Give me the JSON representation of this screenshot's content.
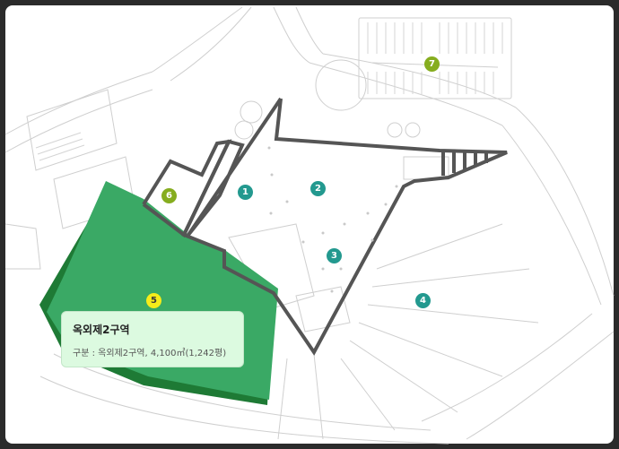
{
  "markers": [
    {
      "label": "1",
      "color": "#23998f"
    },
    {
      "label": "2",
      "color": "#23998f"
    },
    {
      "label": "3",
      "color": "#23998f"
    },
    {
      "label": "4",
      "color": "#23998f"
    },
    {
      "label": "5",
      "color": "#f6ec1a"
    },
    {
      "label": "6",
      "color": "#86ad1f"
    },
    {
      "label": "7",
      "color": "#86ad1f"
    }
  ],
  "tooltip": {
    "title": "옥외제2구역",
    "description": "구분 : 옥외제2구역, 4,100㎡(1,242평)"
  },
  "colors": {
    "selected_zone": "#3aa965",
    "selected_zone_shadow": "#1e7a35",
    "outline": "#555555",
    "background": "#ffffff"
  }
}
